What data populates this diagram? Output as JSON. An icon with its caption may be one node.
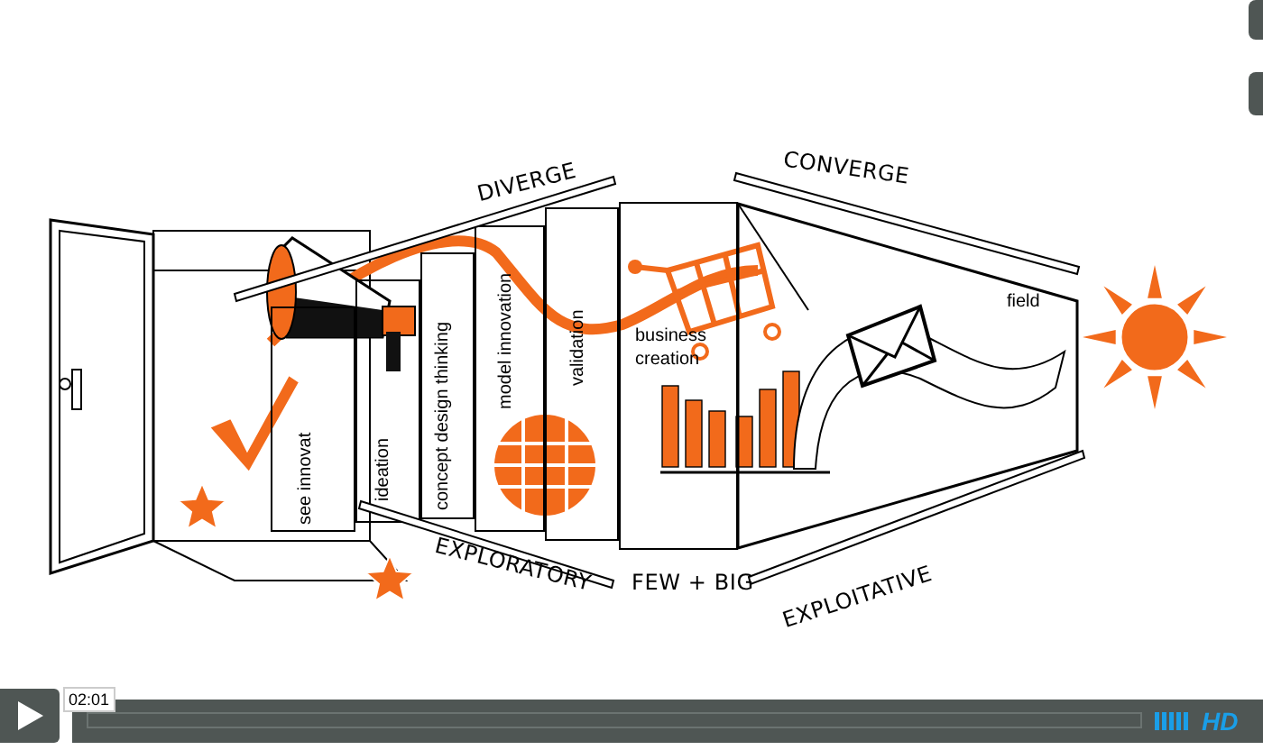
{
  "diagram": {
    "nodes": [
      {
        "text": [
          "see innovat"
        ]
      },
      {
        "text": [
          "ideation"
        ]
      },
      {
        "text": [
          "concept design thinking"
        ]
      },
      {
        "text": [
          "model innovation"
        ]
      },
      {
        "text": [
          "validation"
        ]
      },
      {
        "text": [
          "business creation"
        ]
      },
      {
        "text": [
          "field"
        ]
      },
      {
        "text": [],
        "shape": "bar"
      },
      {
        "text": [],
        "shape": "bar"
      },
      {
        "text": [],
        "shape": "bar"
      },
      {
        "text": [],
        "shape": "bar"
      }
    ],
    "labels": [
      "DIVERGE",
      "CONVERGE",
      "EXPLORATORY",
      "FEW + BIG",
      "EXPLOITATIVE",
      "02:01",
      "HD"
    ]
  }
}
